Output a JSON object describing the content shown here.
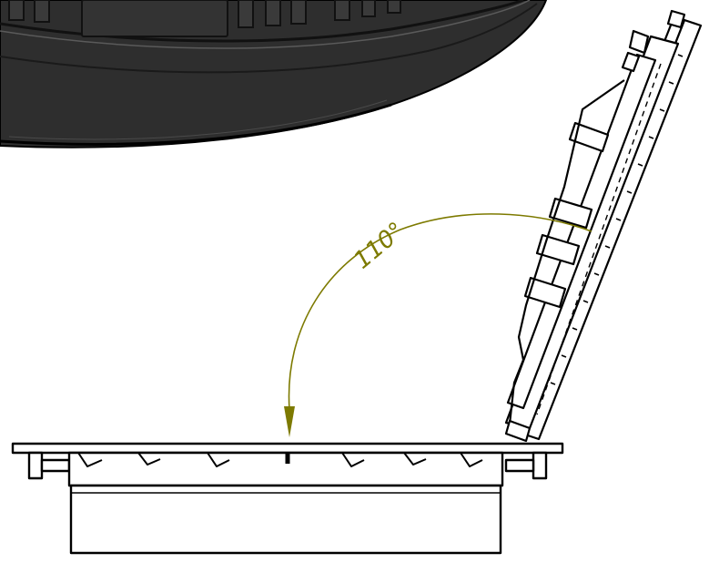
{
  "diagram": {
    "angle_label": "110°",
    "colors": {
      "outline": "#000000",
      "dark_fill": "#2e2e2e",
      "dark_fill_mid": "#3a3a3a",
      "dark_fill_light": "#4a4a4a",
      "angle_arc": "#7d7a00",
      "background": "#ffffff"
    },
    "icons": [
      "rotated-lid-drawing",
      "frame-drawing",
      "angle-arc",
      "arrow-head"
    ]
  }
}
